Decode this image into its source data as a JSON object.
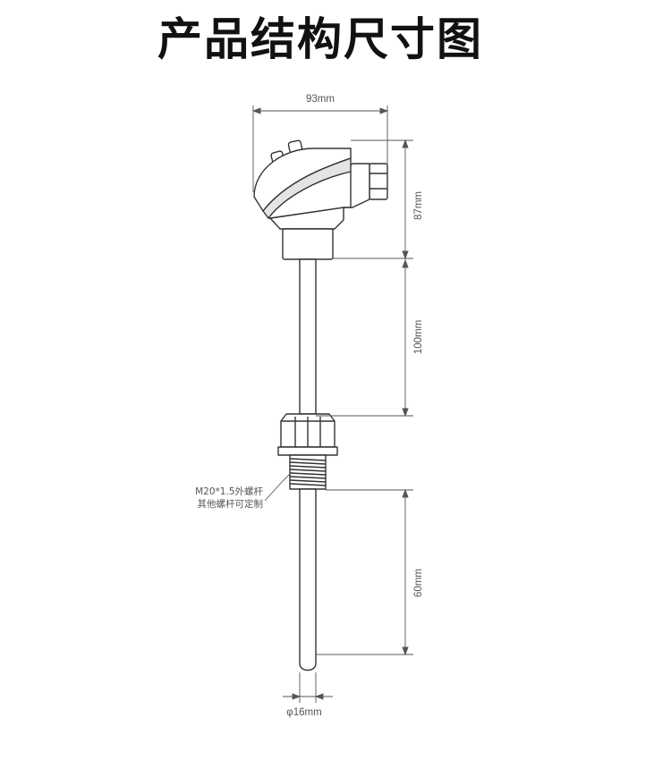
{
  "title": "产品结构尺寸图",
  "dimensions": {
    "head_width": "93mm",
    "head_height": "87mm",
    "extension_length": "100mm",
    "insertion_length": "60mm",
    "tube_diameter": "φ16mm"
  },
  "thread_note": {
    "line1": "M20*1.5外螺杆",
    "line2": "其他螺杆可定制"
  },
  "colors": {
    "outline": "#333333",
    "dimension_line": "#555555",
    "title_text": "#111111"
  }
}
